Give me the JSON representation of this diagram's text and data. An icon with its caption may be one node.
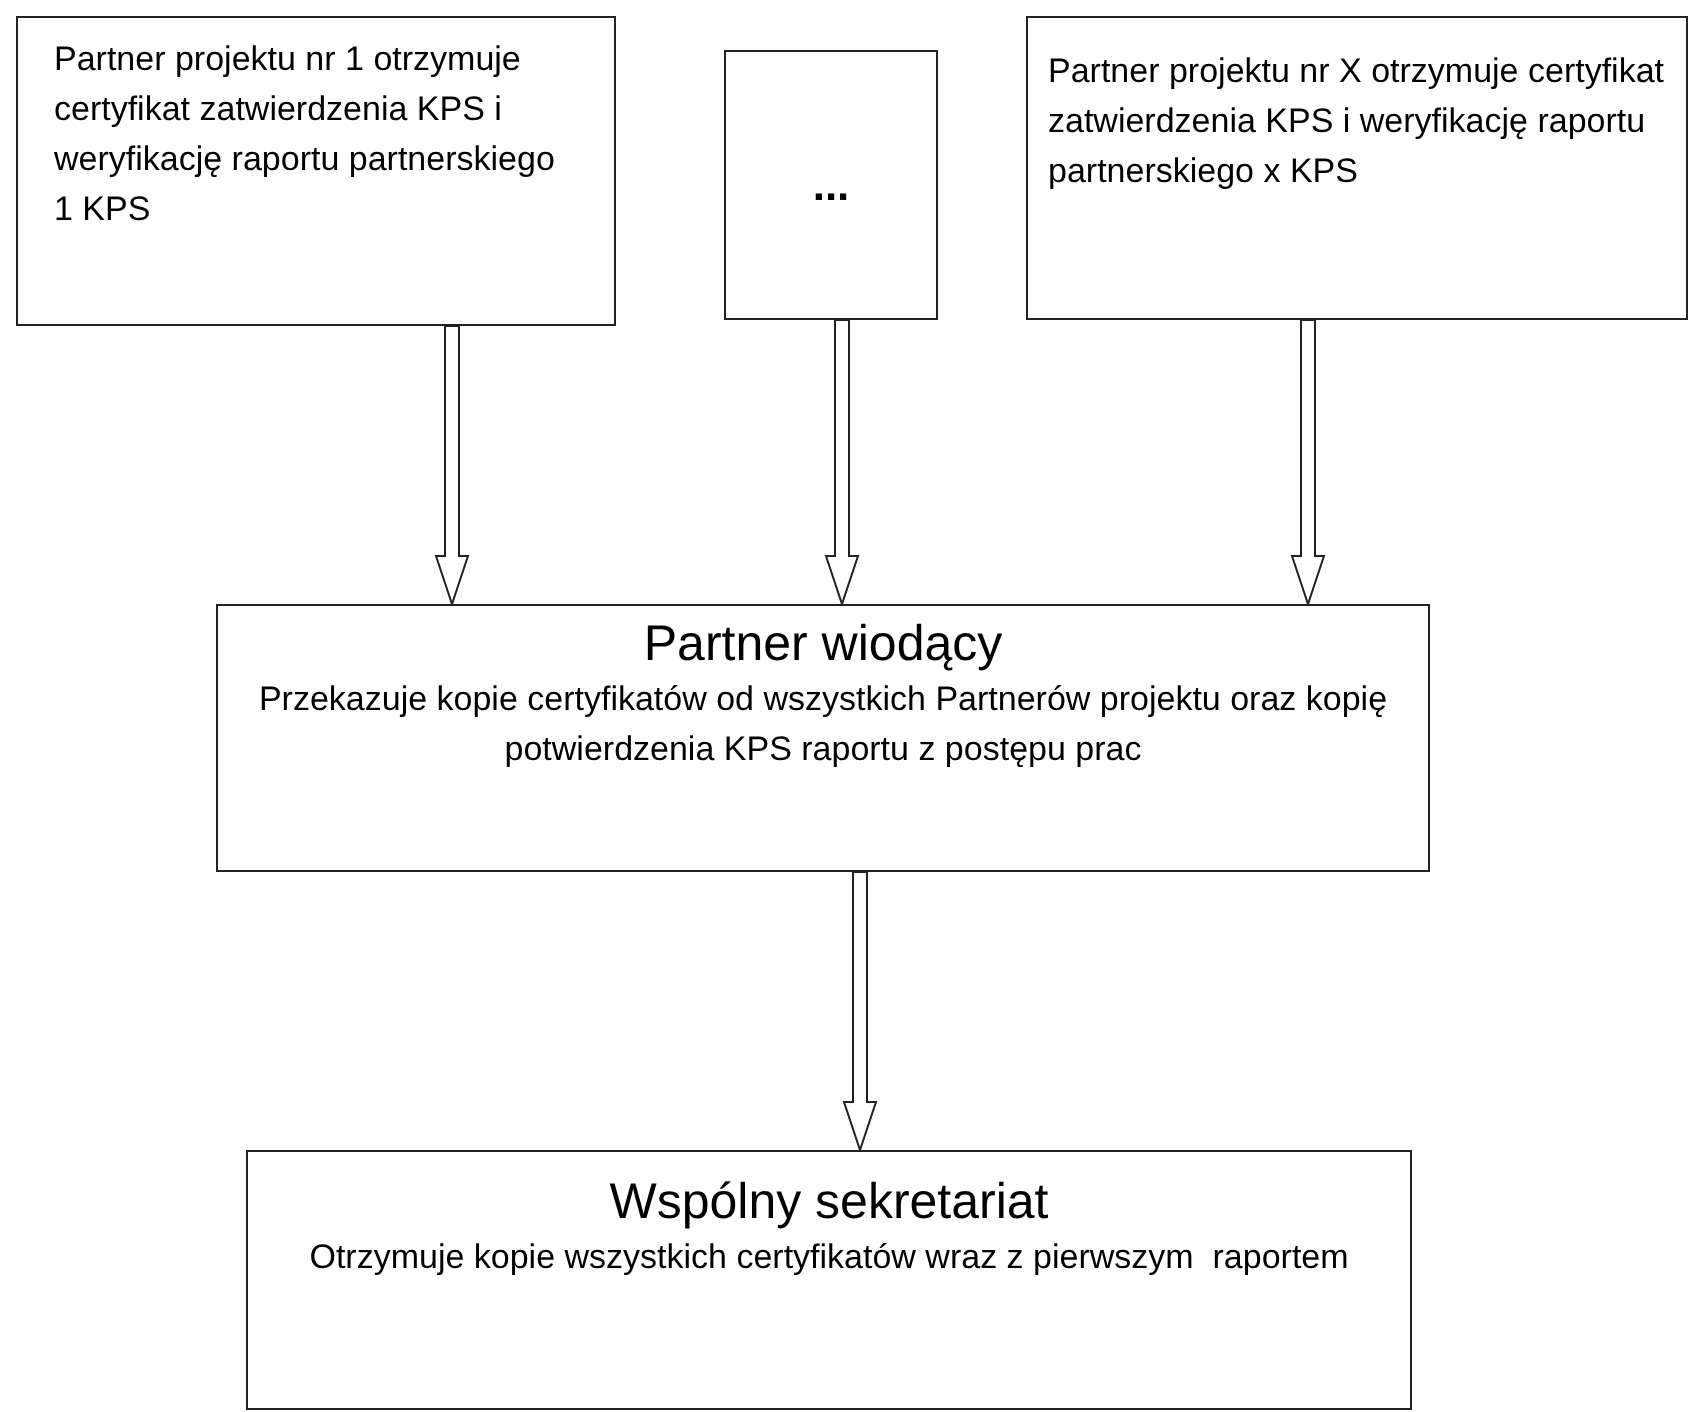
{
  "diagram": {
    "nodes": [
      {
        "text": [
          "Partner projektu nr 1 otrzymuje certyfikat zatwierdzenia KPS i weryfikację raportu partnerskiego 1 KPS"
        ]
      },
      {
        "text": [
          "..."
        ]
      },
      {
        "text": [
          "Partner projektu nr X otrzymuje certyfikat zatwierdzenia KPS i weryfikację raportu partnerskiego x KPS"
        ]
      },
      {
        "text": [
          "Partner wiodący",
          "Przekazuje kopie certyfikatów od wszystkich Partnerów projektu oraz kopię potwierdzenia KPS raportu z postępu prac"
        ]
      },
      {
        "text": [
          "Wspólny sekretariat",
          "Otrzymuje kopie wszystkich certyfikatów wraz z pierwszym  raportem"
        ]
      }
    ],
    "edges": [
      {
        "from": 0,
        "to": 3,
        "arrow": "to"
      },
      {
        "from": 1,
        "to": 3,
        "arrow": "to"
      },
      {
        "from": 2,
        "to": 3,
        "arrow": "to"
      },
      {
        "from": 3,
        "to": 4,
        "arrow": "to"
      }
    ]
  }
}
